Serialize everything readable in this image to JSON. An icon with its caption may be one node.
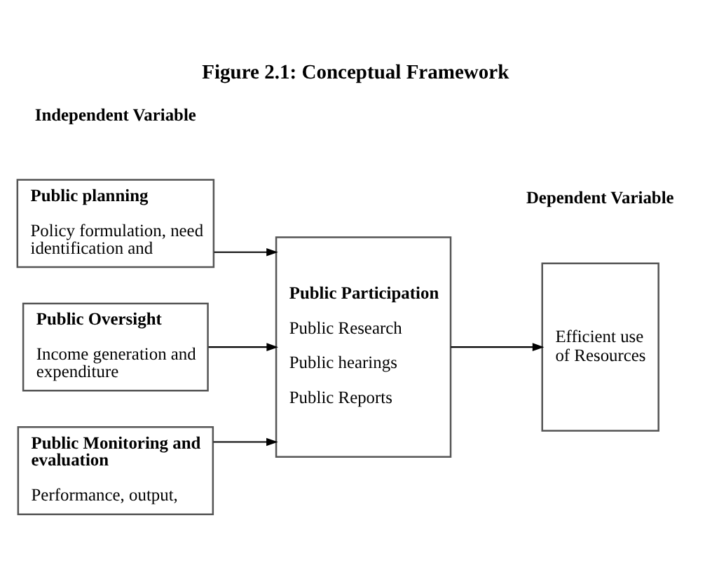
{
  "diagram": {
    "title": "Figure 2.1: Conceptual Framework",
    "nodes": [
      {
        "text": [
          "Public planning",
          "Policy formulation, need identification and"
        ]
      },
      {
        "text": [
          "Public Oversight",
          "Income generation and expenditure"
        ]
      },
      {
        "text": [
          "Public Monitoring and evaluation",
          "Performance, output,"
        ]
      },
      {
        "text": [
          "Public Participation",
          "Public Research",
          "Public hearings",
          "Public Reports"
        ]
      },
      {
        "text": [
          "Efficient use of Resources"
        ]
      }
    ],
    "edges": [
      {
        "from": 0,
        "to": 3,
        "arrow": "to"
      },
      {
        "from": 1,
        "to": 3,
        "arrow": "to"
      },
      {
        "from": 2,
        "to": 3,
        "arrow": "to"
      },
      {
        "from": 3,
        "to": 4,
        "arrow": "to"
      }
    ],
    "labels": [
      "Independent Variable",
      "Dependent Variable"
    ]
  }
}
